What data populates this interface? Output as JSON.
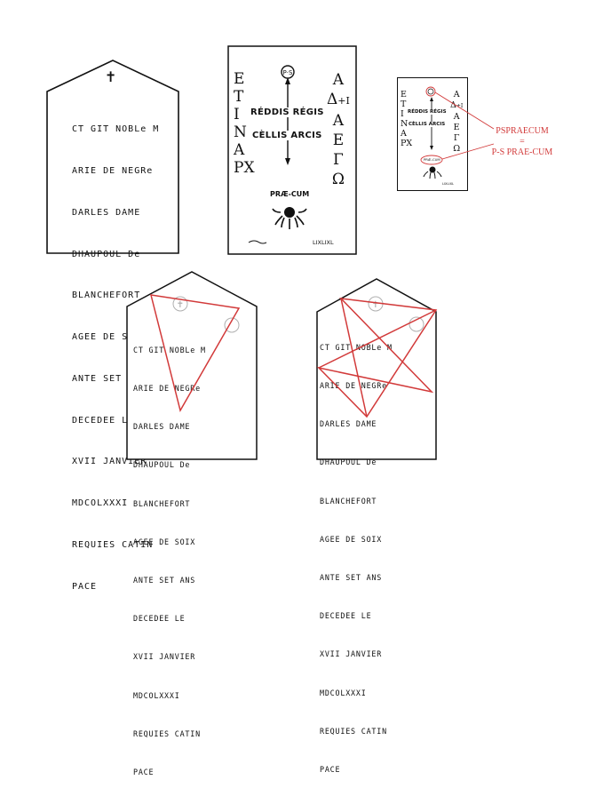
{
  "tombstone": {
    "lines": [
      "CT GIT NOBLe M",
      "ARIE DE NEGRe",
      "DARLES DAME",
      "DHAUPOUL De",
      "BLANCHEFORT",
      "AGEE DE SOIX",
      "ANTE SET ANS",
      "DECEDEE LE",
      "XVII JANVIER",
      "MDCOLXXXI",
      "REQUIES CATIN",
      "PACE"
    ],
    "cross_glyph": "✝"
  },
  "slab": {
    "left_column": [
      "E",
      "T",
      "I",
      "N",
      "A",
      "P",
      "X"
    ],
    "right_column": [
      "Α",
      "Δ",
      "Α",
      "Ε",
      "Γ",
      "Ω"
    ],
    "right_top_extra": "+I",
    "center_line1": "RÉDDIS RÉGIS",
    "center_line2": "CÈLLIS ARCIS",
    "prae_cum": "PRÆ-CUM",
    "corner_number": "LIXLIXL"
  },
  "annotation": {
    "line1": "PSPRAECUM",
    "line2": "=",
    "line3": "P-S PRAE-CUM"
  },
  "colors": {
    "accent_red": "#d23a3a",
    "ink": "#111111",
    "grey": "#b0b0b0"
  }
}
